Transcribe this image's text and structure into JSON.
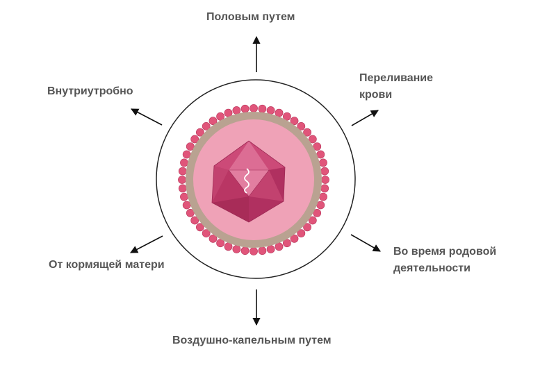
{
  "labels": {
    "top": "Половым путем",
    "top_right_line1": "Переливание",
    "top_right_line2": "крови",
    "top_left": "Внутриутробно",
    "bottom_right_line1": "Во время родовой",
    "bottom_right_line2": "деятельности",
    "bottom_left": "От кормящей матери",
    "bottom": "Воздушно-капельным путем"
  },
  "colors": {
    "text": "#555555",
    "ring_stroke": "#222222",
    "bead_fill": "#e0557a",
    "bead_stroke": "#b8345a",
    "envelope_band": "#b9a291",
    "inner_fill": "#efa2b7",
    "capsid_dark": "#b93664",
    "capsid_mid": "#cc4a78",
    "capsid_light": "#dc6d94",
    "arrow": "#111111"
  },
  "icons": {
    "virus": "virus-particle-icon",
    "genome": "rna-strand-icon"
  }
}
